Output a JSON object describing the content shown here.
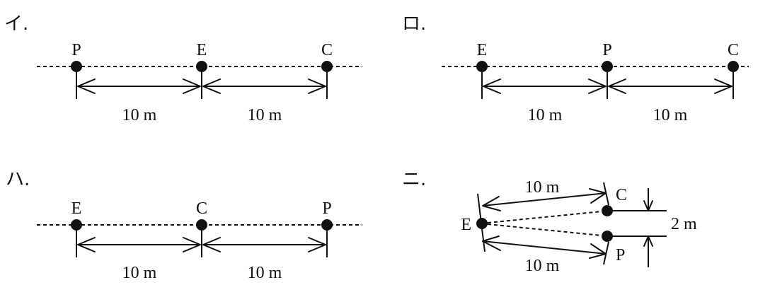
{
  "panels": {
    "a": {
      "header": "イ.",
      "labels": [
        "P",
        "E",
        "C"
      ],
      "distances": [
        "10 m",
        "10 m"
      ]
    },
    "b": {
      "header": "ロ.",
      "labels": [
        "E",
        "P",
        "C"
      ],
      "distances": [
        "10 m",
        "10 m"
      ]
    },
    "c": {
      "header": "ハ.",
      "labels": [
        "E",
        "C",
        "P"
      ],
      "distances": [
        "10 m",
        "10 m"
      ]
    },
    "d": {
      "header": "ニ.",
      "label_e": "E",
      "label_c": "C",
      "label_p": "P",
      "dist_ec": "10 m",
      "dist_ep": "10 m",
      "dist_cp": "2 m"
    }
  },
  "colors": {
    "ink": "#111111",
    "background": "#ffffff"
  }
}
